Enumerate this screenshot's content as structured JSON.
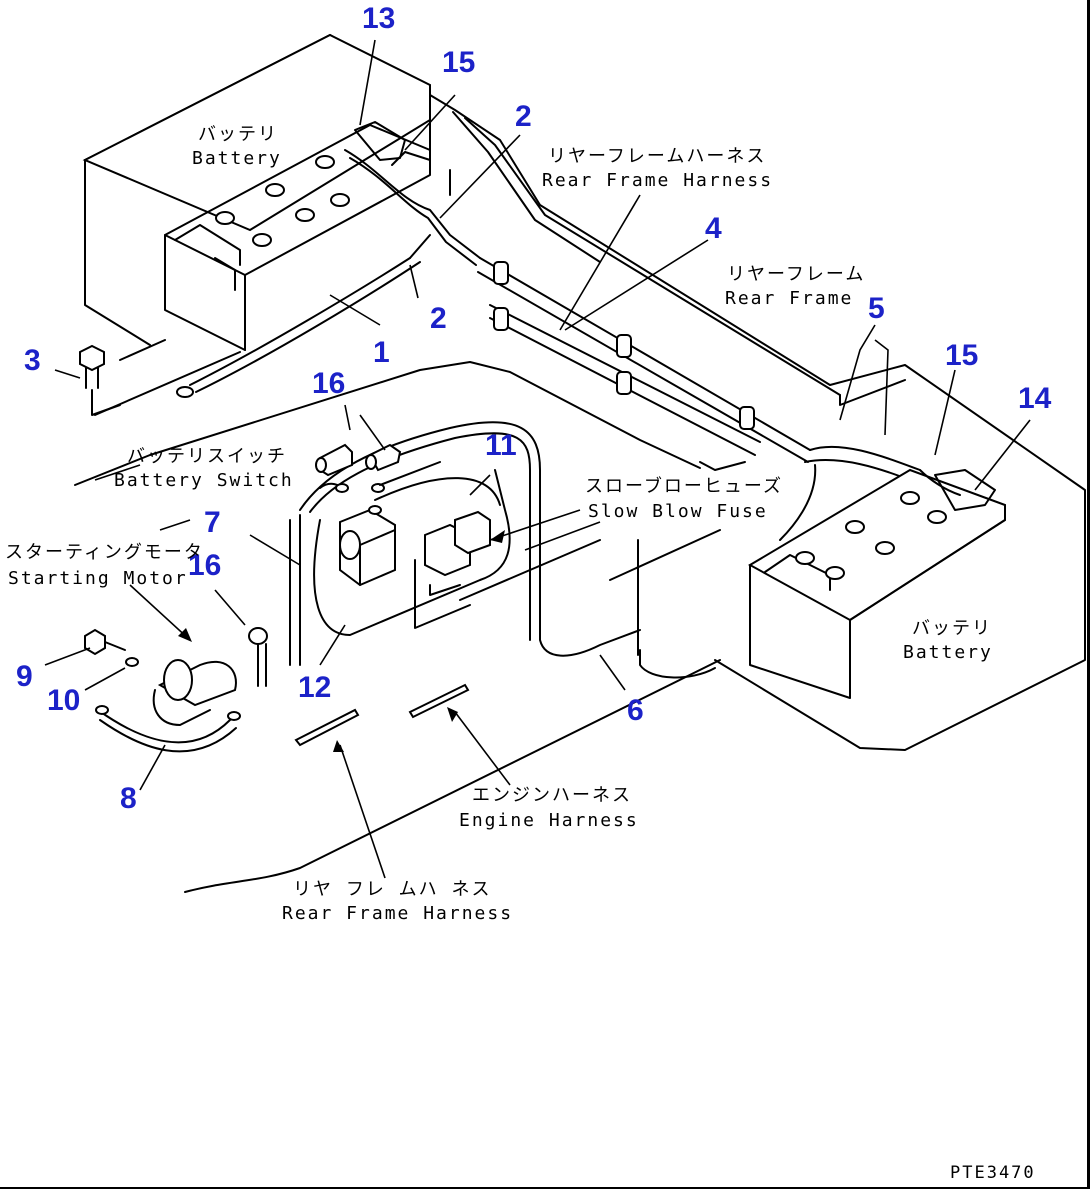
{
  "diagram": {
    "drawing_code": "PTE3470",
    "part_numbers": [
      {
        "id": "13",
        "label": "13"
      },
      {
        "id": "15a",
        "label": "15"
      },
      {
        "id": "2a",
        "label": "2"
      },
      {
        "id": "2b",
        "label": "2"
      },
      {
        "id": "4",
        "label": "4"
      },
      {
        "id": "3",
        "label": "3"
      },
      {
        "id": "1",
        "label": "1"
      },
      {
        "id": "16a",
        "label": "16"
      },
      {
        "id": "11",
        "label": "11"
      },
      {
        "id": "5",
        "label": "5"
      },
      {
        "id": "15b",
        "label": "15"
      },
      {
        "id": "14",
        "label": "14"
      },
      {
        "id": "7",
        "label": "7"
      },
      {
        "id": "16b",
        "label": "16"
      },
      {
        "id": "9",
        "label": "9"
      },
      {
        "id": "10",
        "label": "10"
      },
      {
        "id": "12",
        "label": "12"
      },
      {
        "id": "6",
        "label": "6"
      },
      {
        "id": "8",
        "label": "8"
      }
    ],
    "labels": {
      "battery_left_jp": "バッテリ",
      "battery_left_en": "Battery",
      "rear_frame_harness_top_jp": "リヤーフレームハーネス",
      "rear_frame_harness_top_en": "Rear Frame Harness",
      "rear_frame_jp": "リヤーフレーム",
      "rear_frame_en": "Rear Frame",
      "battery_switch_jp": "バッテリスイッチ",
      "battery_switch_en": "Battery Switch",
      "slow_blow_fuse_jp": "スローブローヒューズ",
      "slow_blow_fuse_en": "Slow Blow Fuse",
      "starting_motor_jp": "スターティングモータ",
      "starting_motor_en": "Starting Motor",
      "battery_right_jp": "バッテリ",
      "battery_right_en": "Battery",
      "engine_harness_jp": "エンジンハーネス",
      "engine_harness_en": "Engine Harness",
      "rear_frame_harness_bottom_jp": "リヤ フレ ムハ ネス",
      "rear_frame_harness_bottom_en": "Rear Frame Harness"
    },
    "colors": {
      "callout_number": "#1c22c8",
      "line": "#000000"
    }
  }
}
